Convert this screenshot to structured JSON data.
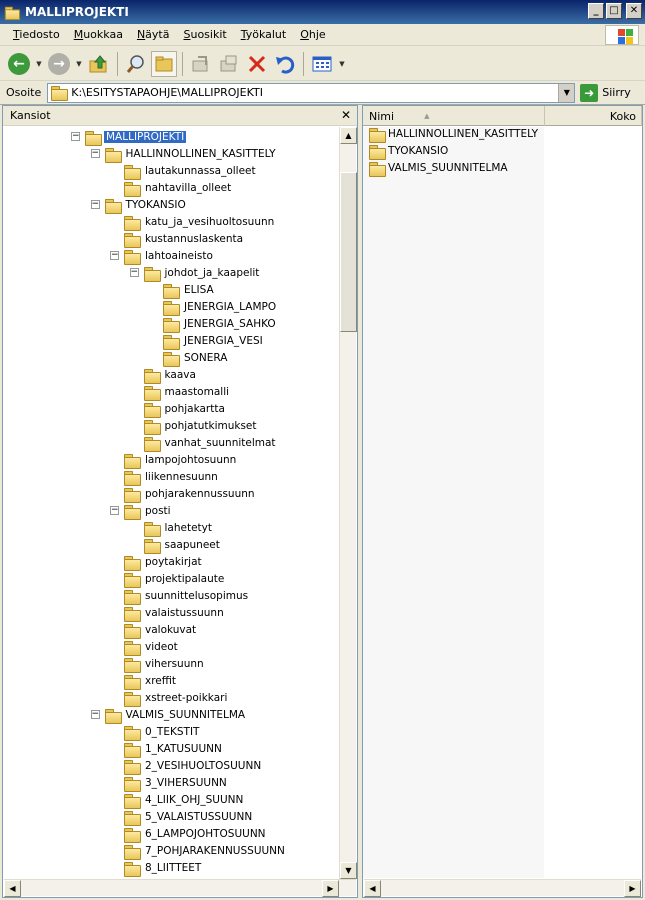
{
  "window": {
    "title": "MALLIPROJEKTI"
  },
  "menu": [
    "Tiedosto",
    "Muokkaa",
    "Näytä",
    "Suosikit",
    "Työkalut",
    "Ohje"
  ],
  "address": {
    "label": "Osoite",
    "path": "K:\\ESITYSTAPAOHJE\\MALLIPROJEKTI",
    "go_label": "Siirry"
  },
  "left_panel": {
    "title": "Kansiot"
  },
  "tree": [
    {
      "label": "MALLIPROJEKTI",
      "level": 0,
      "expander": "minus",
      "selected": true
    },
    {
      "label": "HALLINNOLLINEN_KASITTELY",
      "level": 1,
      "expander": "minus"
    },
    {
      "label": "lautakunnassa_olleet",
      "level": 2,
      "expander": "none"
    },
    {
      "label": "nahtavilla_olleet",
      "level": 2,
      "expander": "none"
    },
    {
      "label": "TYOKANSIO",
      "level": 1,
      "expander": "minus"
    },
    {
      "label": "katu_ja_vesihuoltosuunn",
      "level": 2,
      "expander": "none"
    },
    {
      "label": "kustannuslaskenta",
      "level": 2,
      "expander": "none"
    },
    {
      "label": "lahtoaineisto",
      "level": 2,
      "expander": "minus"
    },
    {
      "label": "johdot_ja_kaapelit",
      "level": 3,
      "expander": "minus"
    },
    {
      "label": "ELISA",
      "level": 4,
      "expander": "none"
    },
    {
      "label": "JENERGIA_LAMPO",
      "level": 4,
      "expander": "none"
    },
    {
      "label": "JENERGIA_SAHKO",
      "level": 4,
      "expander": "none"
    },
    {
      "label": "JENERGIA_VESI",
      "level": 4,
      "expander": "none"
    },
    {
      "label": "SONERA",
      "level": 4,
      "expander": "none"
    },
    {
      "label": "kaava",
      "level": 3,
      "expander": "none"
    },
    {
      "label": "maastomalli",
      "level": 3,
      "expander": "none"
    },
    {
      "label": "pohjakartta",
      "level": 3,
      "expander": "none"
    },
    {
      "label": "pohjatutkimukset",
      "level": 3,
      "expander": "none"
    },
    {
      "label": "vanhat_suunnitelmat",
      "level": 3,
      "expander": "none"
    },
    {
      "label": "lampojohtosuunn",
      "level": 2,
      "expander": "none"
    },
    {
      "label": "liikennesuunn",
      "level": 2,
      "expander": "none"
    },
    {
      "label": "pohjarakennussuunn",
      "level": 2,
      "expander": "none"
    },
    {
      "label": "posti",
      "level": 2,
      "expander": "minus"
    },
    {
      "label": "lahetetyt",
      "level": 3,
      "expander": "none"
    },
    {
      "label": "saapuneet",
      "level": 3,
      "expander": "none"
    },
    {
      "label": "poytakirjat",
      "level": 2,
      "expander": "none"
    },
    {
      "label": "projektipalaute",
      "level": 2,
      "expander": "none"
    },
    {
      "label": "suunnittelusopimus",
      "level": 2,
      "expander": "none"
    },
    {
      "label": "valaistussuunn",
      "level": 2,
      "expander": "none"
    },
    {
      "label": "valokuvat",
      "level": 2,
      "expander": "none"
    },
    {
      "label": "videot",
      "level": 2,
      "expander": "none"
    },
    {
      "label": "vihersuunn",
      "level": 2,
      "expander": "none"
    },
    {
      "label": "xreffit",
      "level": 2,
      "expander": "none"
    },
    {
      "label": "xstreet-poikkari",
      "level": 2,
      "expander": "none"
    },
    {
      "label": "VALMIS_SUUNNITELMA",
      "level": 1,
      "expander": "minus"
    },
    {
      "label": "0_TEKSTIT",
      "level": 2,
      "expander": "none"
    },
    {
      "label": "1_KATUSUUNN",
      "level": 2,
      "expander": "none"
    },
    {
      "label": "2_VESIHUOLTOSUUNN",
      "level": 2,
      "expander": "none"
    },
    {
      "label": "3_VIHERSUUNN",
      "level": 2,
      "expander": "none"
    },
    {
      "label": "4_LIIK_OHJ_SUUNN",
      "level": 2,
      "expander": "none"
    },
    {
      "label": "5_VALAISTUSSUUNN",
      "level": 2,
      "expander": "none"
    },
    {
      "label": "6_LAMPOJOHTOSUUNN",
      "level": 2,
      "expander": "none"
    },
    {
      "label": "7_POHJARAKENNUSSUUNN",
      "level": 2,
      "expander": "none"
    },
    {
      "label": "8_LIITTEET",
      "level": 2,
      "expander": "none"
    }
  ],
  "right_panel": {
    "columns": [
      "Nimi",
      "Koko"
    ],
    "items": [
      "HALLINNOLLINEN_KASITTELY",
      "TYOKANSIO",
      "VALMIS_SUUNNITELMA"
    ]
  },
  "icons": {
    "back": "back-arrow-icon",
    "forward": "forward-arrow-icon",
    "up": "folder-up-icon",
    "search": "search-icon",
    "folders": "folders-icon",
    "move": "move-to-icon",
    "copy": "copy-to-icon",
    "delete": "delete-icon",
    "undo": "undo-icon",
    "views": "views-icon"
  },
  "colors": {
    "title_bar": "#0a246a",
    "selection": "#316ac5",
    "folder": "#e8c65a"
  }
}
